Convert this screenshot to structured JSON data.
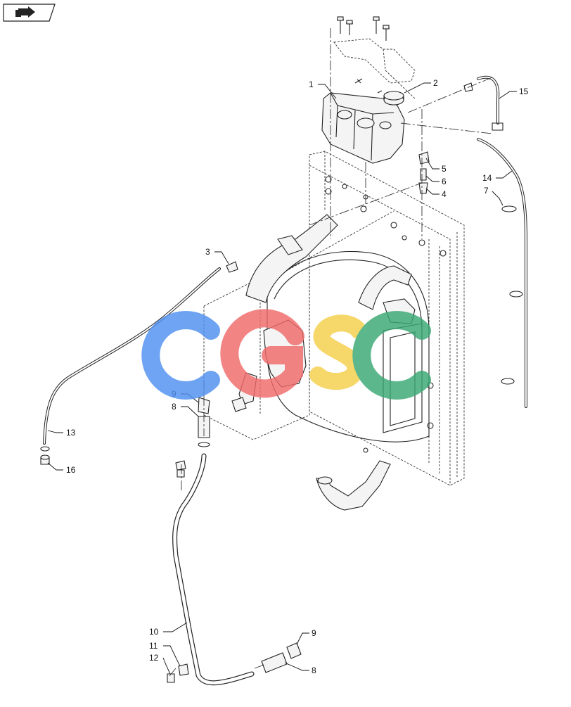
{
  "callouts": [
    {
      "label": "1"
    },
    {
      "label": "2"
    },
    {
      "label": "15"
    },
    {
      "label": "5"
    },
    {
      "label": "6"
    },
    {
      "label": "4"
    },
    {
      "label": "14"
    },
    {
      "label": "7"
    },
    {
      "label": "3"
    },
    {
      "label": "9"
    },
    {
      "label": "8"
    },
    {
      "label": "13"
    },
    {
      "label": "16"
    },
    {
      "label": "10"
    },
    {
      "label": "11"
    },
    {
      "label": "12"
    },
    {
      "label": "9"
    },
    {
      "label": "8"
    }
  ],
  "watermark": {
    "letters": [
      "C",
      "G",
      "S",
      "C"
    ],
    "colors": [
      "#4f8ff0",
      "#f06a6a",
      "#f5cf4a",
      "#3aa873"
    ]
  },
  "nav_icon": "next-page-arrow-icon"
}
